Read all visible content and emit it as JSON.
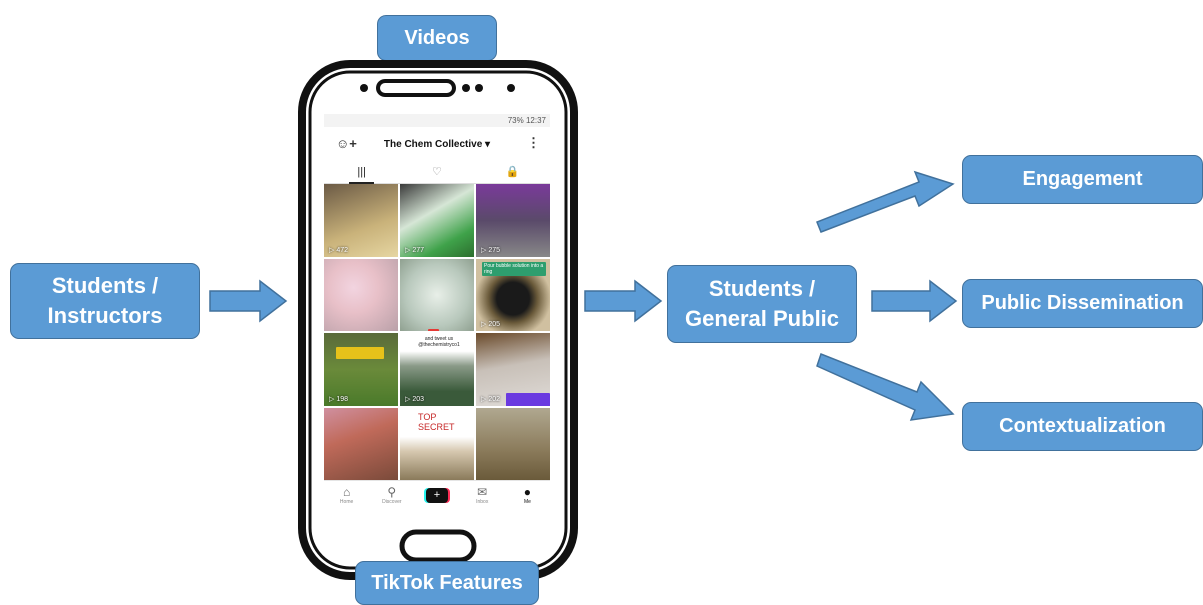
{
  "colors": {
    "box_fill": "#5b9bd5",
    "box_border": "#41719c",
    "box_text": "#ffffff"
  },
  "labels": {
    "videos": "Videos",
    "tiktok_features": "TikTok Features",
    "students_instructors_line1": "Students /",
    "students_instructors_line2": "Instructors",
    "students_public_line1": "Students /",
    "students_public_line2": "General Public",
    "engagement": "Engagement",
    "public_dissemination": "Public Dissemination",
    "contextualization": "Contextualization"
  },
  "phone": {
    "status": "73% 12:37",
    "title": "The Chem Collective ▾",
    "tabs": [
      "|||",
      "♡",
      "🔒"
    ],
    "counts": [
      "472",
      "277",
      "275",
      "",
      "",
      "205",
      "198",
      "203",
      "202",
      "",
      "",
      ""
    ],
    "captions": {
      "c3": "Pour bubble solution into a ring",
      "c8": "and tweet us @thechemistryco1",
      "c12": "TOP SECRET"
    },
    "nav": [
      "Home",
      "Discover",
      "",
      "Inbox",
      "Me"
    ],
    "nav_plus": "+"
  }
}
